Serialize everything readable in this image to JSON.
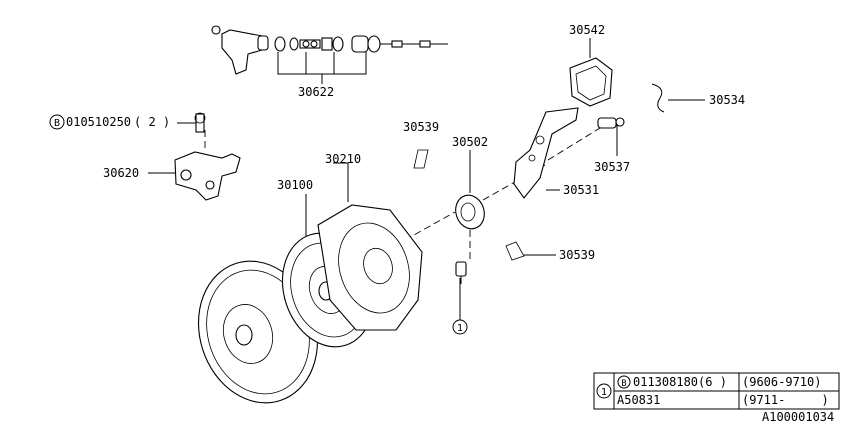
{
  "diagram": {
    "part_numbers": {
      "p30622": "30622",
      "p30620": "30620",
      "p30100": "30100",
      "p30210": "30210",
      "p30539_top": "30539",
      "p30539_bottom": "30539",
      "p30502": "30502",
      "p30542": "30542",
      "p30534": "30534",
      "p30537": "30537",
      "p30531": "30531"
    },
    "bolt_callout": {
      "code_marker": "B",
      "code": "010510250",
      "qty": "( 2 )"
    },
    "ref_circle": "1",
    "figure_code": "A100001034"
  },
  "legend_table": {
    "ref_marker": "1",
    "rows": [
      {
        "code_marker": "B",
        "part": "011308180(6 )",
        "range": "(9606-9710)"
      },
      {
        "code_marker": "",
        "part": "A50831",
        "range": "(9711-     )"
      }
    ]
  }
}
